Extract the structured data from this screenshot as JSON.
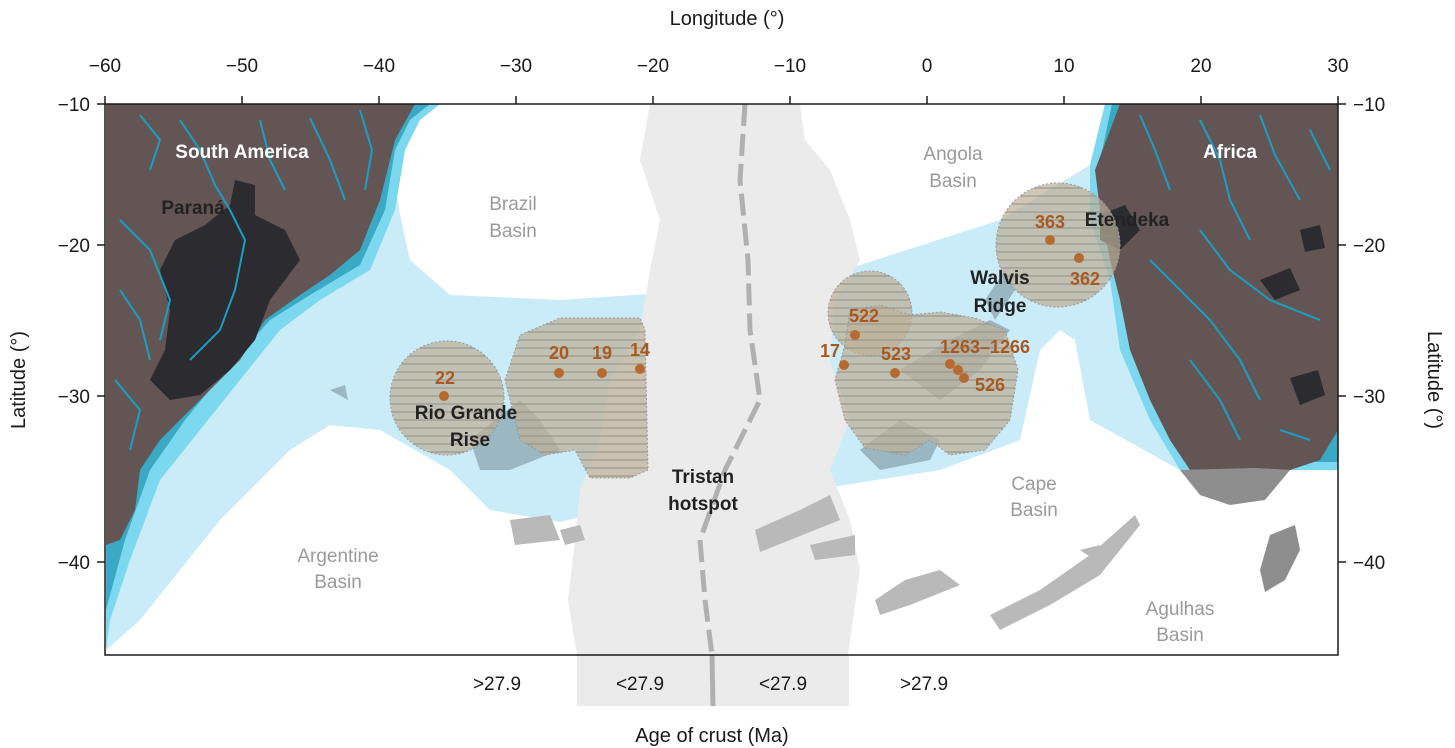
{
  "axes": {
    "top_title": "Longitude (°)",
    "left_title": "Latitude (°)",
    "right_title": "Latitude (°)",
    "bottom_title": "Age of crust (Ma)",
    "lon_ticks": [
      "−60",
      "−50",
      "−40",
      "−30",
      "−20",
      "−10",
      "0",
      "10",
      "20",
      "30"
    ],
    "lat_ticks": [
      "−10",
      "−20",
      "−30",
      "−40"
    ]
  },
  "continents": {
    "south_america": "South America",
    "africa": "Africa"
  },
  "features": {
    "parana": "Paraná",
    "etendeka": "Etendeka",
    "walvis_1": "Walvis",
    "walvis_2": "Ridge",
    "rio_1": "Rio Grande",
    "rio_2": "Rise",
    "tristan_1": "Tristan",
    "tristan_2": "hotspot"
  },
  "basins": {
    "brazil_1": "Brazil",
    "brazil_2": "Basin",
    "angola_1": "Angola",
    "angola_2": "Basin",
    "argentine_1": "Argentine",
    "argentine_2": "Basin",
    "cape_1": "Cape",
    "cape_2": "Basin",
    "agulhas_1": "Agulhas",
    "agulhas_2": "Basin"
  },
  "sites": [
    {
      "label": "22"
    },
    {
      "label": "20"
    },
    {
      "label": "19"
    },
    {
      "label": "14"
    },
    {
      "label": "17"
    },
    {
      "label": "522"
    },
    {
      "label": "523"
    },
    {
      "label": "1263–1266"
    },
    {
      "label": "526"
    },
    {
      "label": "363"
    },
    {
      "label": "362"
    }
  ],
  "age_labels": [
    ">27.9",
    "<27.9",
    "<27.9",
    ">27.9"
  ],
  "colors": {
    "land": "#645555",
    "flood_basalt": "#2b2b30",
    "rivers": "#1a9ec2",
    "shelf": "#3aa9c4",
    "slope": "#7cd8ef",
    "ocean_tint": "#c9ecf8",
    "ridge_grey": "#ebebeb",
    "fracture_grey": "#b9b9b9",
    "site_orange": "#a65a22"
  }
}
